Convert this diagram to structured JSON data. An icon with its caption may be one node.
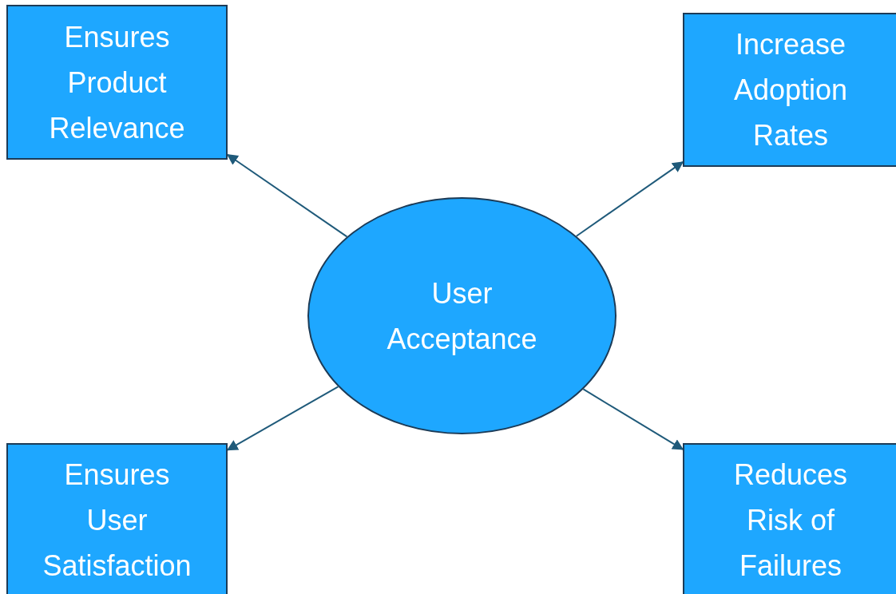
{
  "diagram": {
    "nodes": [
      {
        "text": [
          "Ensures Product Relevance"
        ]
      },
      {
        "text": [
          "Increase Adoption Rates"
        ]
      },
      {
        "text": [
          "User Acceptance"
        ]
      },
      {
        "text": [
          "Ensures User Satisfaction"
        ]
      },
      {
        "text": [
          "Reduces Risk of Failures"
        ]
      }
    ],
    "edges": [
      {
        "from": 2,
        "to": 0,
        "arrow": "to"
      },
      {
        "from": 2,
        "to": 1,
        "arrow": "to"
      },
      {
        "from": 2,
        "to": 3,
        "arrow": "to"
      },
      {
        "from": 2,
        "to": 4,
        "arrow": "to"
      }
    ]
  }
}
